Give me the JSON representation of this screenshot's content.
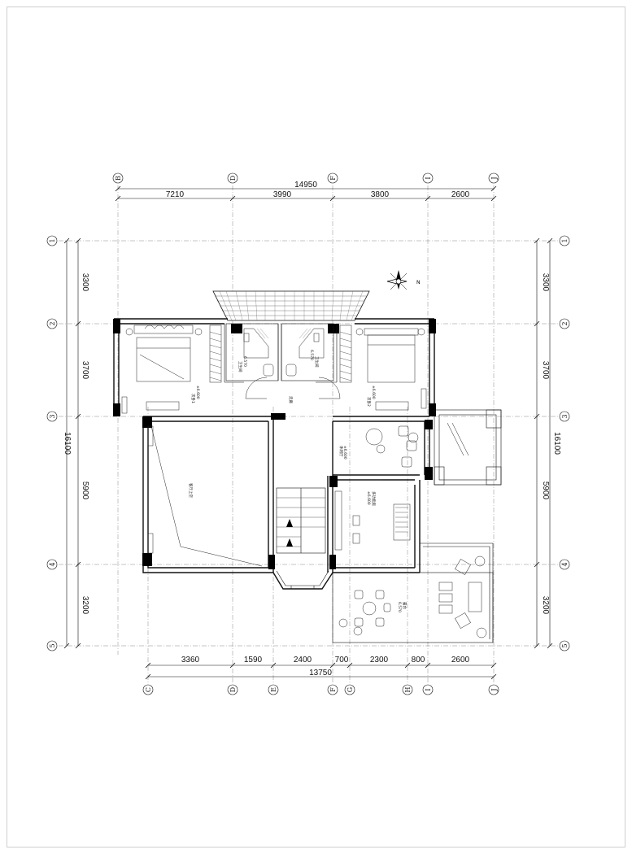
{
  "drawing": {
    "top_dims": {
      "total": "14950",
      "segments": [
        "7210",
        "3990",
        "3800",
        "2600"
      ],
      "axes": [
        "B",
        "D",
        "F",
        "I",
        "J"
      ]
    },
    "bottom_dims": {
      "total": "13750",
      "segments": [
        "3360",
        "1590",
        "2400",
        "700",
        "2300",
        "800",
        "2600"
      ],
      "axes": [
        "C",
        "D",
        "E",
        "F",
        "G",
        "H",
        "I",
        "J"
      ]
    },
    "side_dims": {
      "total": "16100",
      "segments": [
        "3300",
        "3700",
        "5900",
        "3200"
      ],
      "axes": [
        "1",
        "2",
        "3",
        "4",
        "5"
      ]
    },
    "rooms": {
      "bedroom1": "次卧1",
      "bedroom1_level": "±6.600",
      "bath1": "卫生间",
      "bath1_level": "6.570",
      "bath2": "卫生间",
      "bath2_level": "6.570",
      "bedroom2": "次卧2",
      "bedroom2_level": "±6.600",
      "corridor": "走廊",
      "void": "客厅上空",
      "lounge": "休闲厅",
      "lounge_level": "±6.600",
      "study": "多功能房",
      "study_level": "±6.600",
      "terrace": "露台",
      "terrace_level": "6.570"
    },
    "north_label": "N"
  }
}
